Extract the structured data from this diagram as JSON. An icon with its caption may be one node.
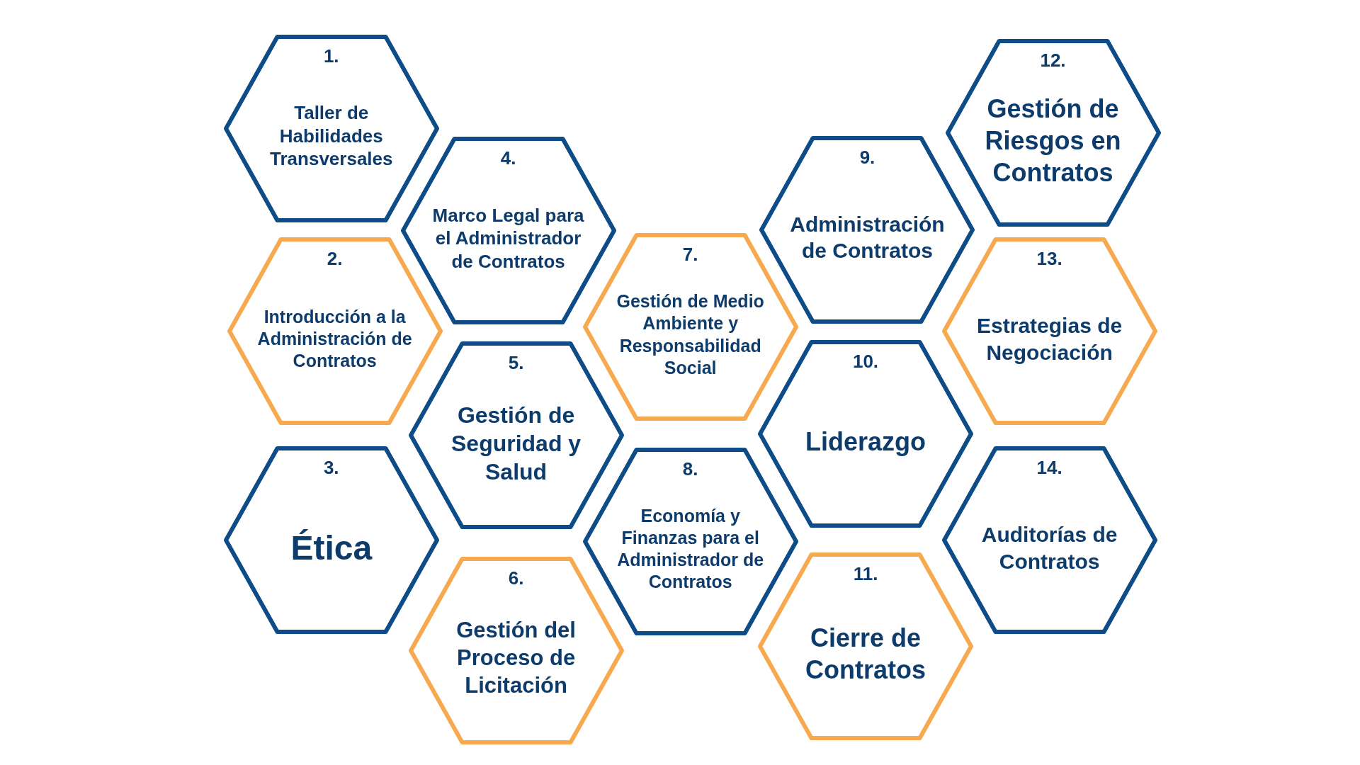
{
  "diagram": {
    "nodes": [
      {
        "text": [
          "1.",
          "Taller de Habilidades Transversales"
        ]
      },
      {
        "text": [
          "2.",
          "Introducción a la Administración de Contratos"
        ]
      },
      {
        "text": [
          "3.",
          "Ética"
        ]
      },
      {
        "text": [
          "4.",
          "Marco Legal para el Administrador de Contratos"
        ]
      },
      {
        "text": [
          "5.",
          "Gestión de Seguridad y Salud"
        ]
      },
      {
        "text": [
          "6.",
          "Gestión del Proceso de Licitación"
        ]
      },
      {
        "text": [
          "7.",
          "Gestión de Medio Ambiente y Responsabilidad Social"
        ]
      },
      {
        "text": [
          "8.",
          "Economía y Finanzas para el Administrador de Contratos"
        ]
      },
      {
        "text": [
          "9.",
          "Administración de Contratos"
        ]
      },
      {
        "text": [
          "10.",
          "Liderazgo"
        ]
      },
      {
        "text": [
          "11.",
          "Cierre de Contratos"
        ]
      },
      {
        "text": [
          "12.",
          "Gestión de Riesgos en Contratos"
        ]
      },
      {
        "text": [
          "13.",
          "Estrategias de Negociación"
        ]
      },
      {
        "text": [
          "14.",
          "Auditorías de Contratos"
        ]
      }
    ]
  }
}
